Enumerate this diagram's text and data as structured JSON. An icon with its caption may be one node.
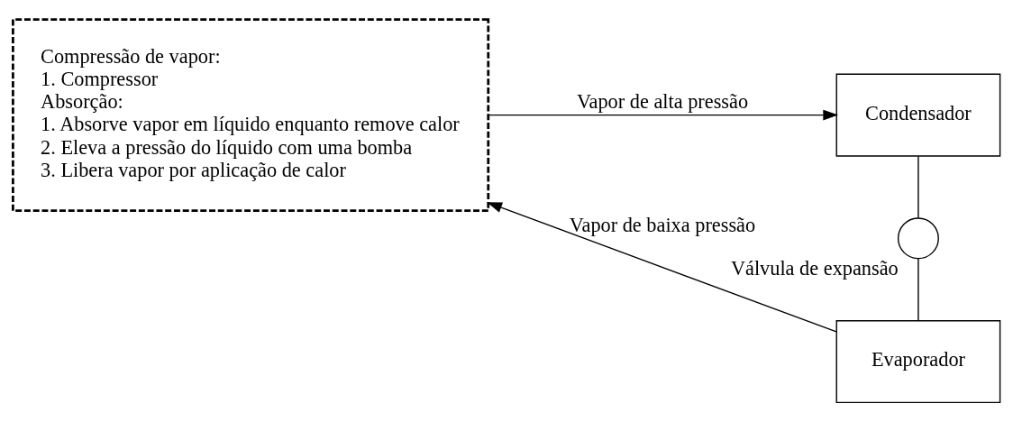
{
  "diagram": {
    "nodes": [
      {
        "text": [
          "Compressão de vapor:",
          "1. Compressor",
          "Absorção:",
          "1. Absorve vapor em líquido enquanto remove calor",
          "2. Eleva a pressão do líquido com uma bomba",
          "3. Libera vapor por aplicação de calor"
        ]
      },
      {
        "text": [
          "Condensador"
        ]
      },
      {
        "text": [],
        "shape": "circle",
        "beside": [
          "Válvula de expansão"
        ]
      },
      {
        "text": [
          "Evaporador"
        ]
      }
    ],
    "edges": [
      {
        "from": 0,
        "to": 1,
        "arrow": "to",
        "label": "Vapor de alta pressão"
      },
      {
        "from": 1,
        "to": 2,
        "arrow": "none"
      },
      {
        "from": 2,
        "to": 3,
        "arrow": "none"
      },
      {
        "from": 3,
        "to": 0,
        "arrow": "to",
        "label": "Vapor de baixa pressão"
      }
    ]
  }
}
